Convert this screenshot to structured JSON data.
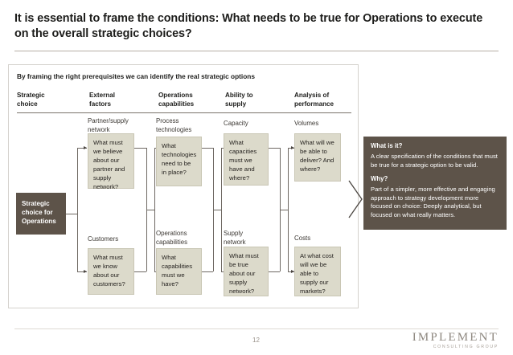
{
  "slide": {
    "title": "It is essential to frame the conditions: What needs to be true for Operations to execute on the overall strategic choices?",
    "card_title": "By framing the right prerequisites we can identify the real strategic options"
  },
  "columns": [
    {
      "header": "Strategic\nchoice"
    },
    {
      "header": "External\nfactors"
    },
    {
      "header": "Operations\ncapabilities"
    },
    {
      "header": "Ability to\nsupply"
    },
    {
      "header": "Analysis of\nperformance"
    }
  ],
  "anchor": {
    "label": "Strategic\nchoice for\nOperations"
  },
  "top_row": [
    {
      "label": "Partner/supply\nnetwork",
      "text": "What must\nwe believe\nabout our\npartner and\nsupply\nnetwork?"
    },
    {
      "label": "Process\ntechnologies",
      "text": "What\ntechnologies\nneed to be\nin place?"
    },
    {
      "label": "Capacity",
      "text": "What\ncapacities\nmust we\nhave and\nwhere?"
    },
    {
      "label": "Volumes",
      "text": "What will we\nbe able to\ndeliver? And\nwhere?"
    }
  ],
  "bottom_row": [
    {
      "label": "Customers",
      "text": "What must\nwe know\nabout our\ncustomers?"
    },
    {
      "label": "Operations\ncapabilities",
      "text": "What\ncapabilities\nmust we\nhave?"
    },
    {
      "label": "Supply\nnetwork",
      "text": "What must\nbe true\nabout our\nsupply\nnetwork?"
    },
    {
      "label": "Costs",
      "text": "At what cost\nwill we be\nable to\nsupply our\nmarkets?"
    }
  ],
  "callout": {
    "what_heading": "What is it?",
    "what_body": "A clear specification of the conditions that must be true for a strategic option to be valid.",
    "why_heading": "Why?",
    "why_body": "Part of a simpler, more effective and engaging approach to strategy development more focused on choice: Deeply analytical, but focused on what really matters."
  },
  "footer": {
    "page_number": "12",
    "logo_main": "IMPLEMENT",
    "logo_sub": "CONSULTING GROUP"
  },
  "colors": {
    "box_fill": "#dcdacb",
    "dark": "#5d5349",
    "rule": "#b6aea4"
  }
}
